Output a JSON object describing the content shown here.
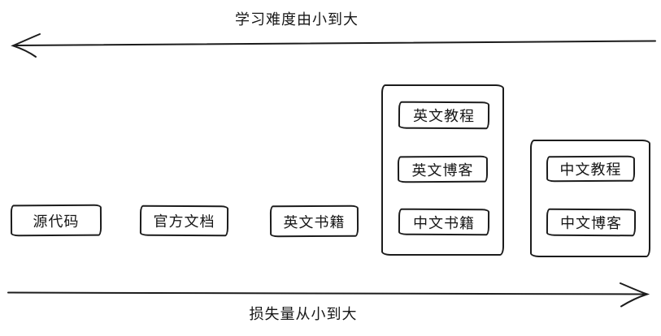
{
  "diagram": {
    "colors": {
      "stroke": "#1c1c1c",
      "background": "#ffffff",
      "text": "#161616"
    },
    "top_axis": {
      "label": "学习难度由小到大",
      "arrow_direction": "left"
    },
    "bottom_axis": {
      "label": "损失量从小到大",
      "arrow_direction": "right"
    },
    "standalone_items": [
      {
        "label": "源代码"
      },
      {
        "label": "官方文档"
      },
      {
        "label": "英文书籍"
      }
    ],
    "groups": [
      {
        "items": [
          {
            "label": "英文教程"
          },
          {
            "label": "英文博客"
          },
          {
            "label": "中文书籍"
          }
        ]
      },
      {
        "items": [
          {
            "label": "中文教程"
          },
          {
            "label": "中文博客"
          }
        ]
      }
    ]
  }
}
